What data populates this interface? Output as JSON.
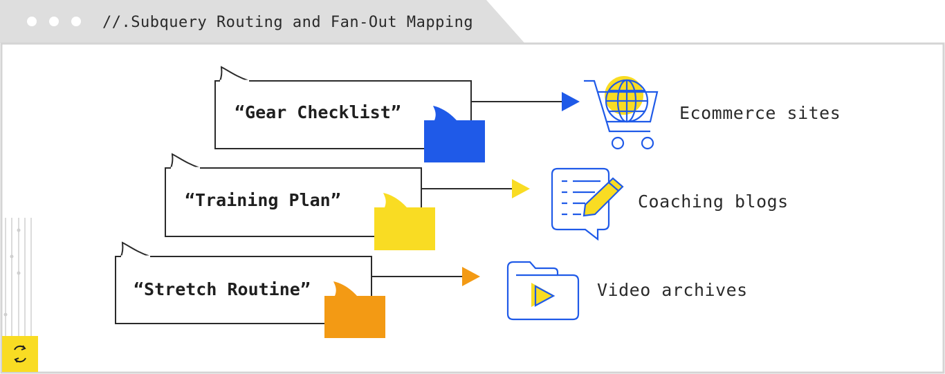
{
  "window": {
    "title": "//.Subquery Routing and Fan-Out Mapping",
    "dots": [
      "dot-1",
      "dot-2",
      "dot-3"
    ]
  },
  "queries": [
    {
      "label": "“Gear Checklist”",
      "color": "#1f5ae8",
      "dest": "Ecommerce sites",
      "icon": "shopping-cart-globe-icon"
    },
    {
      "label": "“Training Plan”",
      "color": "#f9dc23",
      "dest": "Coaching blogs",
      "icon": "document-pencil-icon"
    },
    {
      "label": "“Stretch Routine”",
      "color": "#f39a14",
      "dest": "Video archives",
      "icon": "video-folder-icon"
    }
  ],
  "colors": {
    "accent_blue": "#1f5ae8",
    "accent_yellow": "#f9dc23",
    "accent_orange": "#f39a14",
    "frame": "#d4d4d4"
  }
}
